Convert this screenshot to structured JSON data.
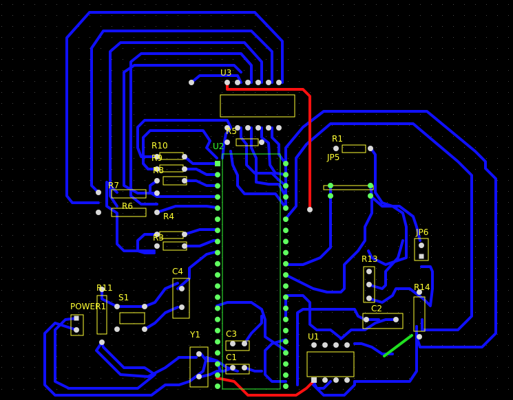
{
  "colors": {
    "background": "#000000",
    "trace_bottom": "#1010ff",
    "trace_top": "#ff1010",
    "trace_jumper": "#20e020",
    "silkscreen": "#ffff33",
    "silkscreen_green": "#33ff33",
    "pad": "#d8d8d8",
    "pad_ic": "#60ff60",
    "grid": "#4a4a4a"
  },
  "labels": {
    "u3": "U3",
    "u2": "U2",
    "u1": "U1",
    "r1": "R1",
    "r3": "R3",
    "r4": "R4",
    "r5": "R5",
    "r6": "R6",
    "r7": "R7",
    "r8": "R8",
    "r9": "R9",
    "r10": "R10",
    "r11": "R11",
    "r13": "R13",
    "r14": "R14",
    "jp5": "JP5",
    "jp6": "JP6",
    "c1": "C1",
    "c2": "C2",
    "c3": "C3",
    "c4": "C4",
    "y1": "Y1",
    "s1": "S1",
    "power1": "POWER1"
  }
}
